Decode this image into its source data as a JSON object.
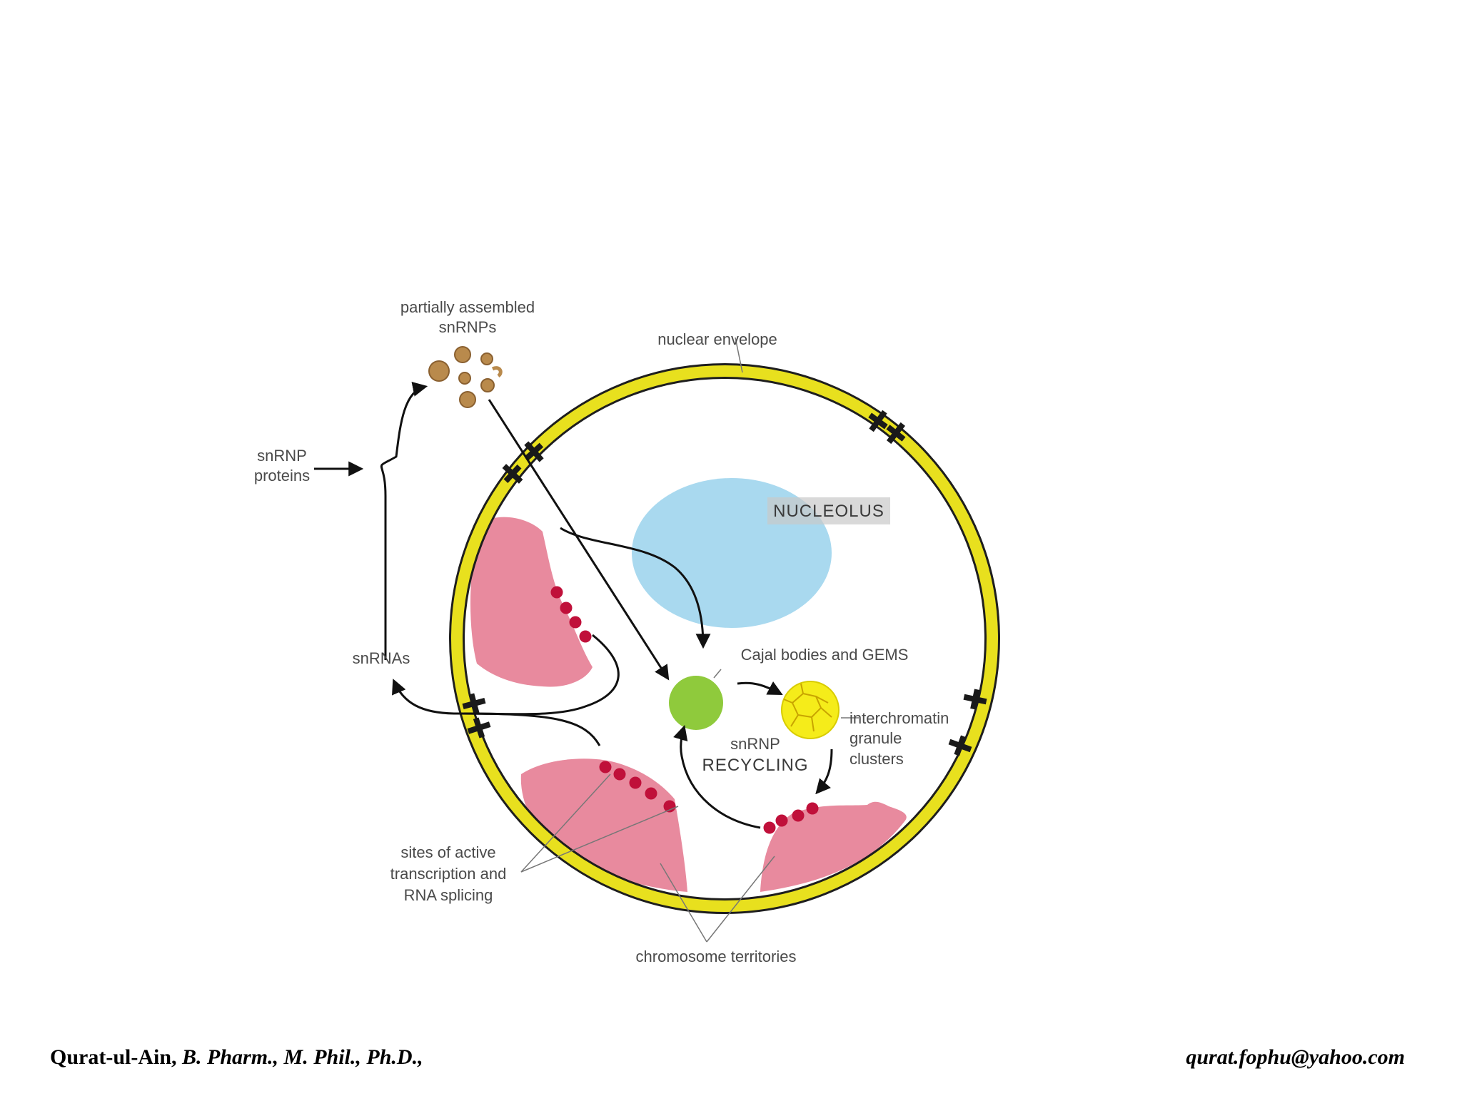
{
  "diagram": {
    "labels": {
      "partially_assembled": "partially assembled",
      "snrnps": "snRNPs",
      "nuclear_envelope": "nuclear envelope",
      "snrnp_proteins_1": "snRNP",
      "snrnp_proteins_2": "proteins",
      "nucleolus": "NUCLEOLUS",
      "snrnas": "snRNAs",
      "cajal_bodies": "Cajal bodies and GEMS",
      "interchromatin_1": "interchromatin",
      "interchromatin_2": "granule",
      "interchromatin_3": "clusters",
      "recycling_1": "snRNP",
      "recycling_2": "RECYCLING",
      "sites_1": "sites of active",
      "sites_2": "transcription and",
      "sites_3": "RNA splicing",
      "chromosome_territories": "chromosome territories"
    },
    "colors": {
      "envelope": "#e8e01e",
      "nucleolus": "#a9d9ef",
      "chromatin": "#e88a9e",
      "cajal": "#8fca3c",
      "granule": "#f5ec1a",
      "snrnp_particles": "#b98a4c",
      "sites": "#c0103a"
    }
  },
  "footer": {
    "author": "Qurat-ul-Ain,",
    "credentials": " B. Pharm., M. Phil., Ph.D.,",
    "email": "qurat.fophu@yahoo.com"
  }
}
